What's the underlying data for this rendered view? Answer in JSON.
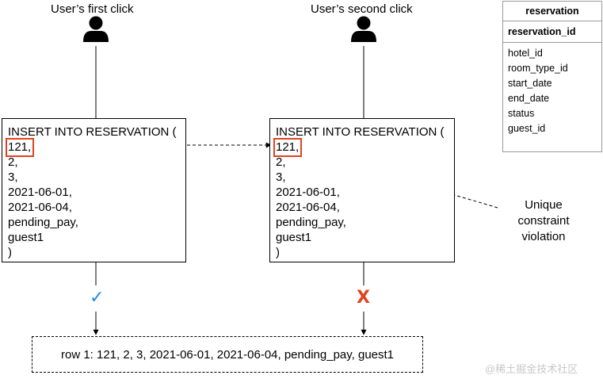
{
  "captions": {
    "first_click": "User’s first click",
    "second_click": "User’s second click"
  },
  "left_box": {
    "lines": [
      "INSERT INTO RESERVATION (",
      "121,",
      "2,",
      "3,",
      "2021-06-01,",
      "2021-06-04,",
      "pending_pay,",
      "guest1",
      ")"
    ]
  },
  "right_box": {
    "lines": [
      "INSERT INTO RESERVATION (",
      "121,",
      "2,",
      "3,",
      "2021-06-01,",
      "2021-06-04,",
      "pending_pay,",
      "guest1",
      ")"
    ]
  },
  "note": {
    "lines": [
      "Unique",
      "constraint",
      "violation"
    ]
  },
  "marks": {
    "success": "✓",
    "fail": "X",
    "success_color": "#1a8fe3",
    "fail_color": "#e0431f"
  },
  "result": {
    "text": "row 1: 121, 2, 3, 2021-06-01, 2021-06-04, pending_pay, guest1"
  },
  "table": {
    "title": "reservation",
    "primary_key": "reservation_id",
    "fields": [
      "hotel_id",
      "room_type_id",
      "start_date",
      "end_date",
      "status",
      "guest_id"
    ]
  },
  "watermark": "@稀土掘金技术社区",
  "colors": {
    "highlight": "#e0431f"
  },
  "icons": [
    "user-icon",
    "user-icon"
  ]
}
